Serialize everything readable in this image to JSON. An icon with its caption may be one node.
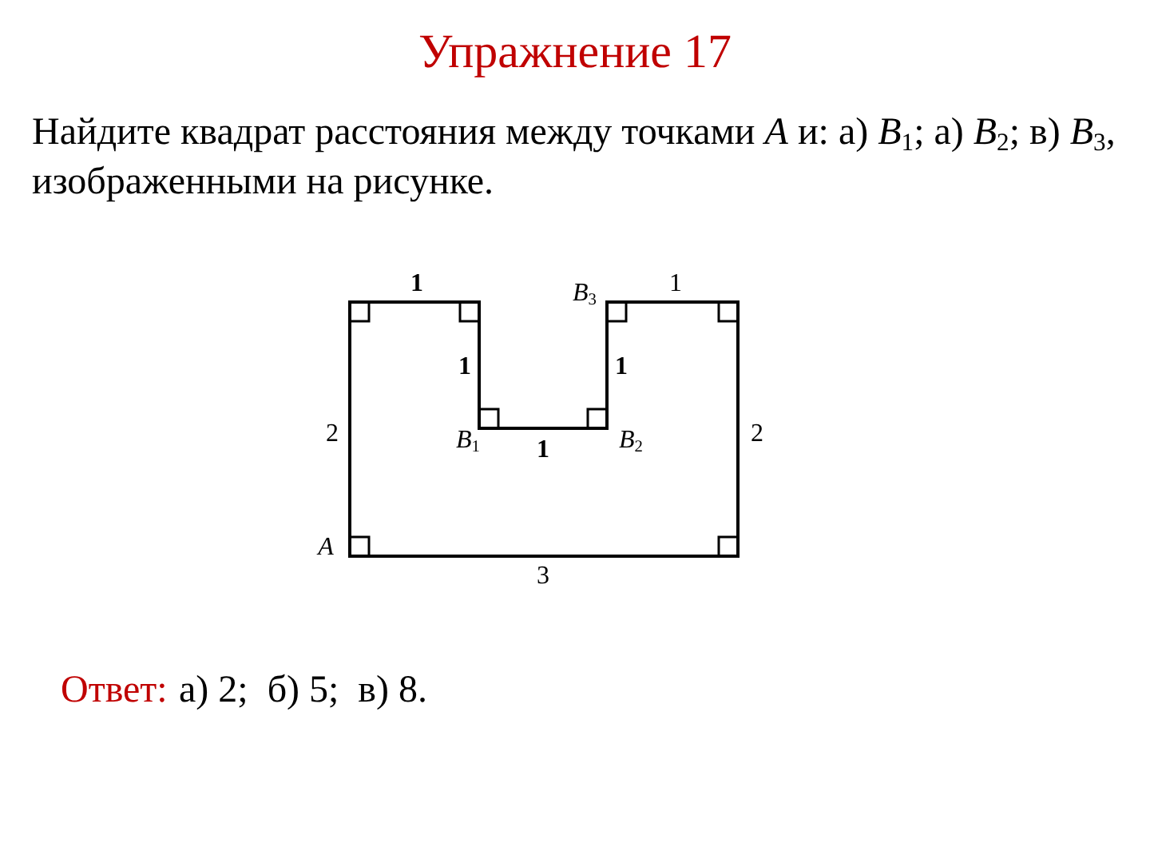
{
  "diagram": {
    "title": "Упражнение 17",
    "labels": [
      "Найдите квадрат расстояния между точками *A* и: а) *B*$_{1}$; а) *B*$_{2}$; в) *B*$_{3}$, изображенными на рисунке.",
      "1",
      "*B*$_{3}$",
      "1",
      "1",
      "1",
      "2",
      "*B*$_{1}$",
      "1",
      "*B*$_{2}$",
      "2",
      "*A*",
      "3",
      "Ответ:",
      "а) 2;  б) 5;  в) 8."
    ]
  }
}
